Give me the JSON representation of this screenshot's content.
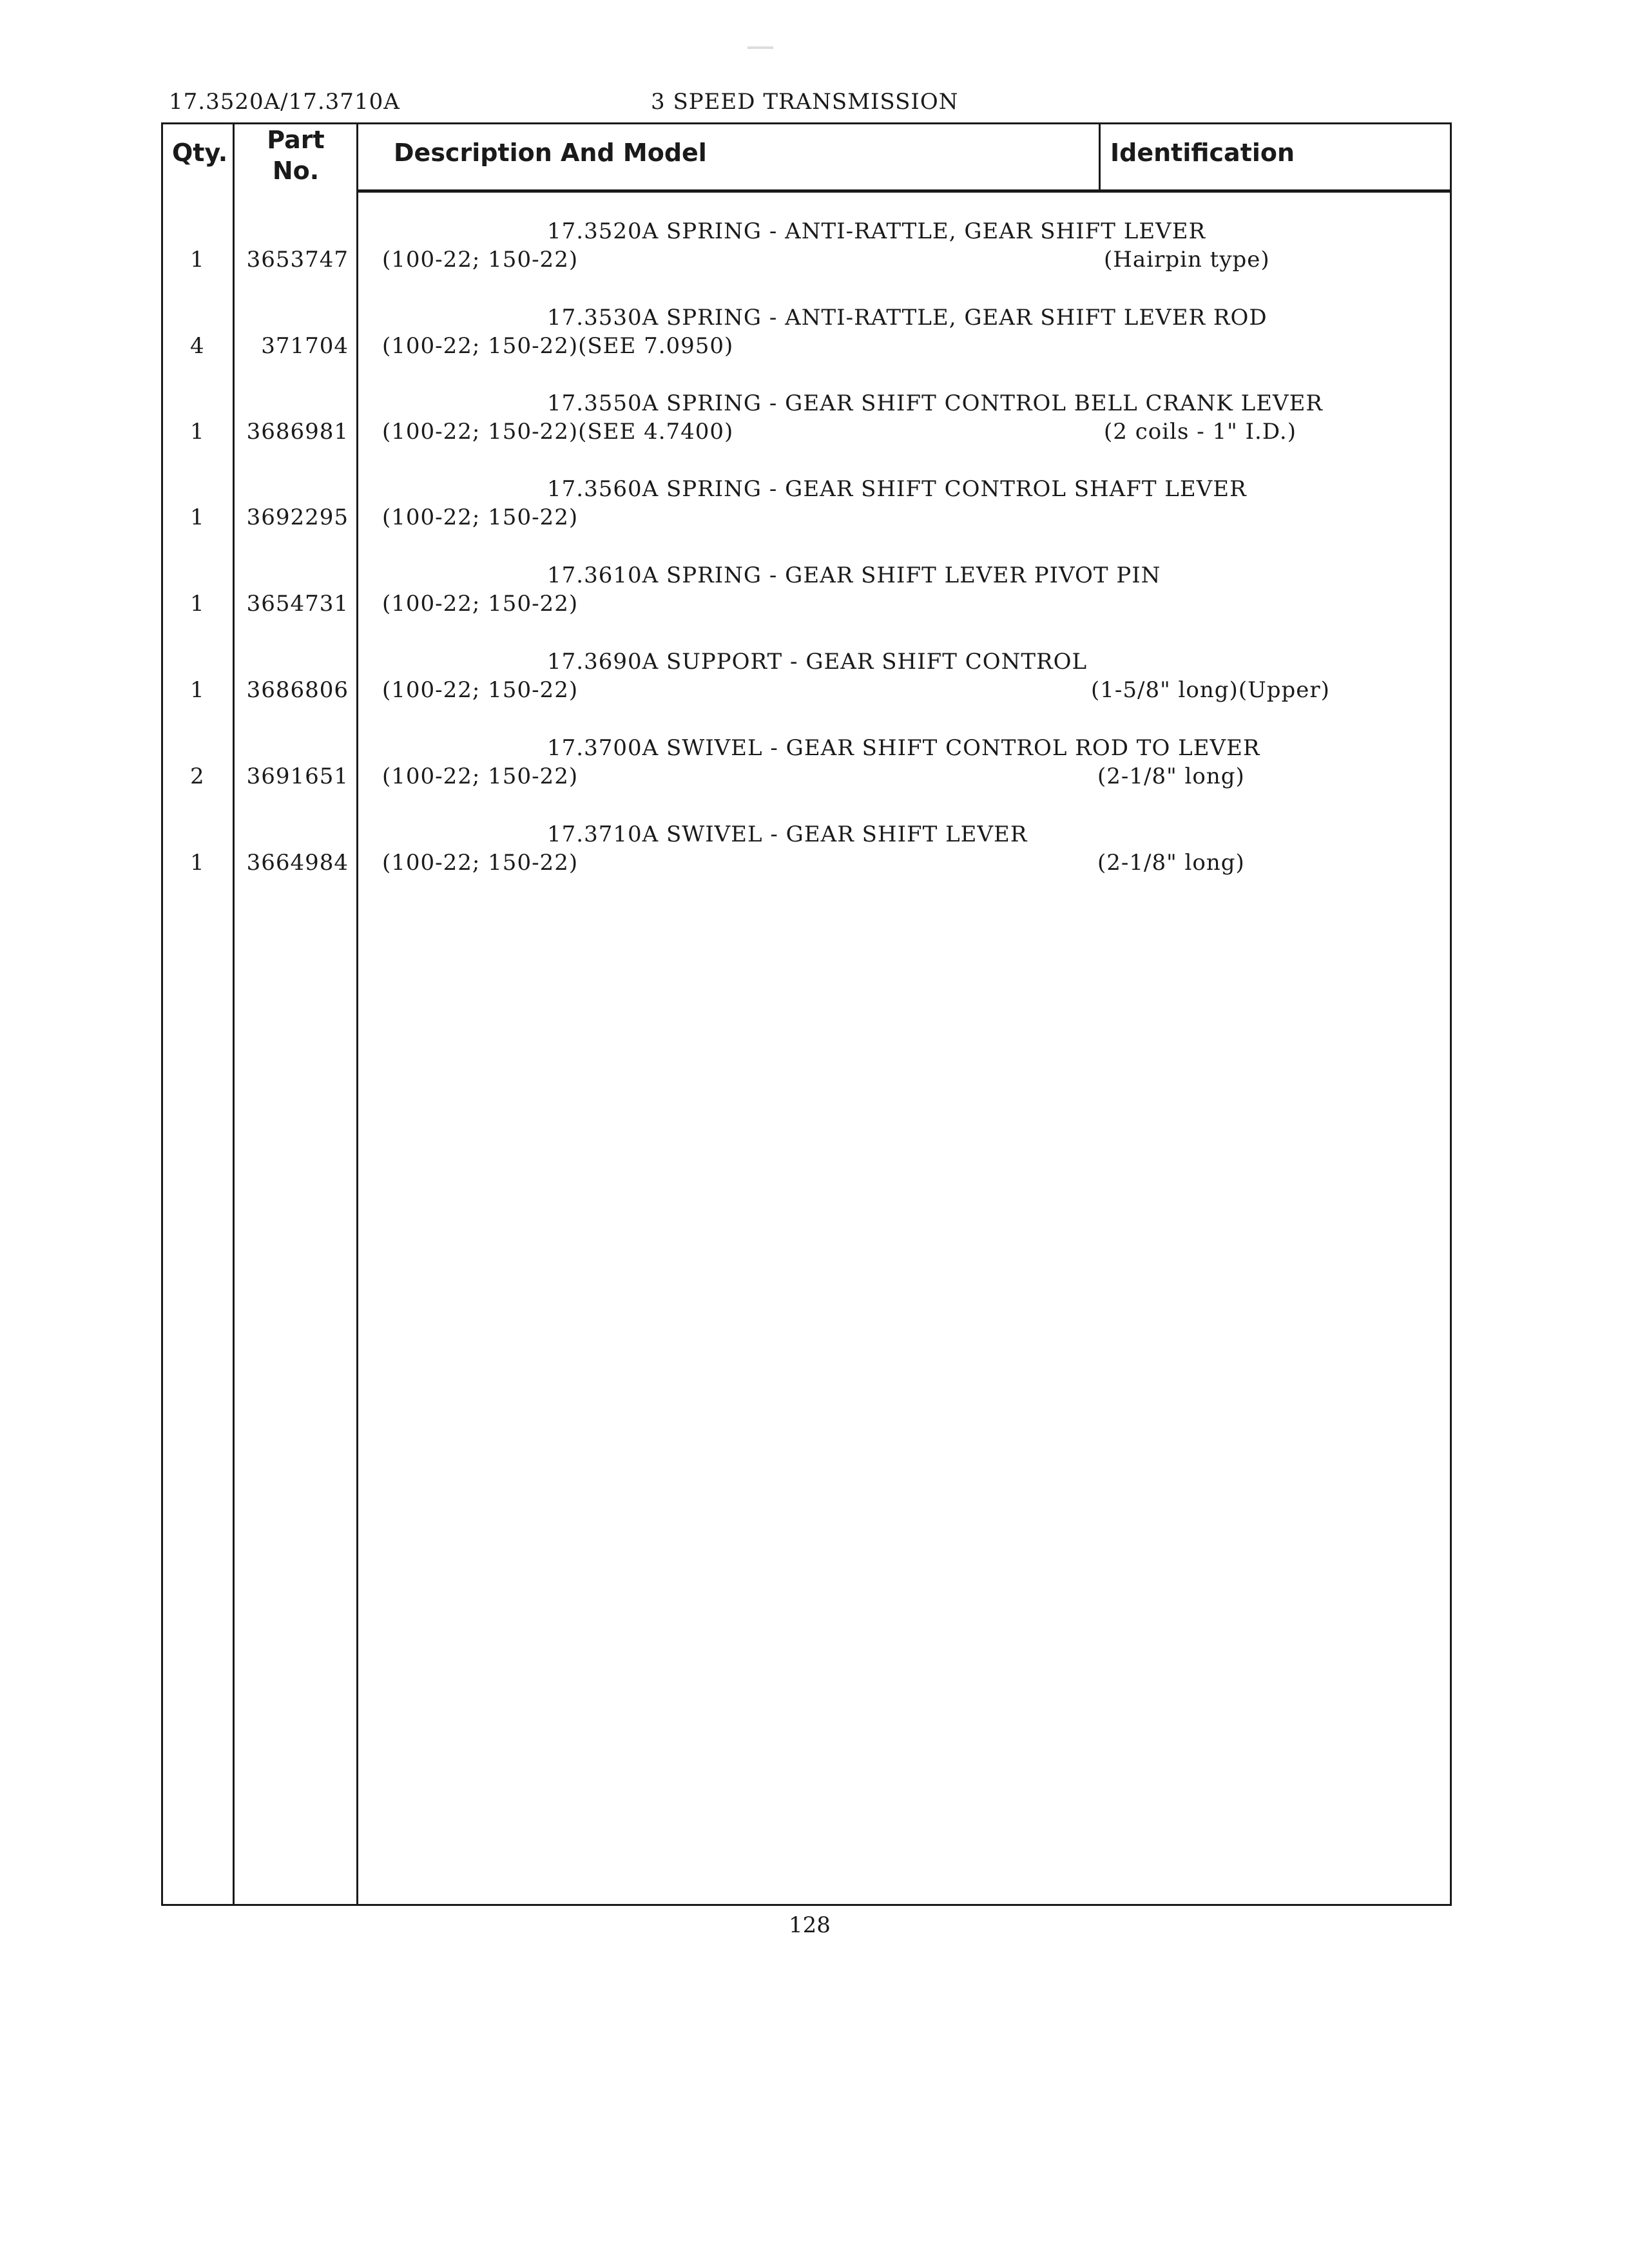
{
  "header": {
    "ref": "17.3520A/17.3710A",
    "section": "3 SPEED TRANSMISSION"
  },
  "table": {
    "columns": {
      "qty": "Qty.",
      "part_line1": "Part",
      "part_line2": "No.",
      "description": "Description And Model",
      "identification": "Identification"
    },
    "rows": [
      {
        "qty": "1",
        "part_no": "3653747",
        "desc_top": "17.3520A SPRING - ANTI-RATTLE, GEAR SHIFT LEVER",
        "desc_bottom": "(100-22; 150-22)",
        "identification": "(Hairpin type)"
      },
      {
        "qty": "4",
        "part_no": "371704",
        "desc_top": "17.3530A SPRING - ANTI-RATTLE, GEAR SHIFT LEVER ROD",
        "desc_bottom": "(100-22; 150-22)(SEE 7.0950)",
        "identification": ""
      },
      {
        "qty": "1",
        "part_no": "3686981",
        "desc_top": "17.3550A SPRING - GEAR SHIFT CONTROL BELL CRANK LEVER",
        "desc_bottom": "(100-22; 150-22)(SEE 4.7400)",
        "identification": "(2 coils - 1\" I.D.)"
      },
      {
        "qty": "1",
        "part_no": "3692295",
        "desc_top": "17.3560A SPRING - GEAR SHIFT CONTROL SHAFT LEVER",
        "desc_bottom": "(100-22; 150-22)",
        "identification": ""
      },
      {
        "qty": "1",
        "part_no": "3654731",
        "desc_top": "17.3610A SPRING - GEAR SHIFT LEVER PIVOT PIN",
        "desc_bottom": "(100-22; 150-22)",
        "identification": ""
      },
      {
        "qty": "1",
        "part_no": "3686806",
        "desc_top": "17.3690A SUPPORT - GEAR SHIFT CONTROL",
        "desc_bottom": "(100-22; 150-22)",
        "identification": "(1-5/8\" long)(Upper)"
      },
      {
        "qty": "2",
        "part_no": "3691651",
        "desc_top": "17.3700A SWIVEL - GEAR SHIFT CONTROL ROD TO LEVER",
        "desc_bottom": "(100-22; 150-22)",
        "identification": "(2-1/8\" long)"
      },
      {
        "qty": "1",
        "part_no": "3664984",
        "desc_top": "17.3710A SWIVEL - GEAR SHIFT LEVER",
        "desc_bottom": "(100-22; 150-22)",
        "identification": "(2-1/8\" long)"
      }
    ]
  },
  "footer": {
    "page_number": "128"
  }
}
